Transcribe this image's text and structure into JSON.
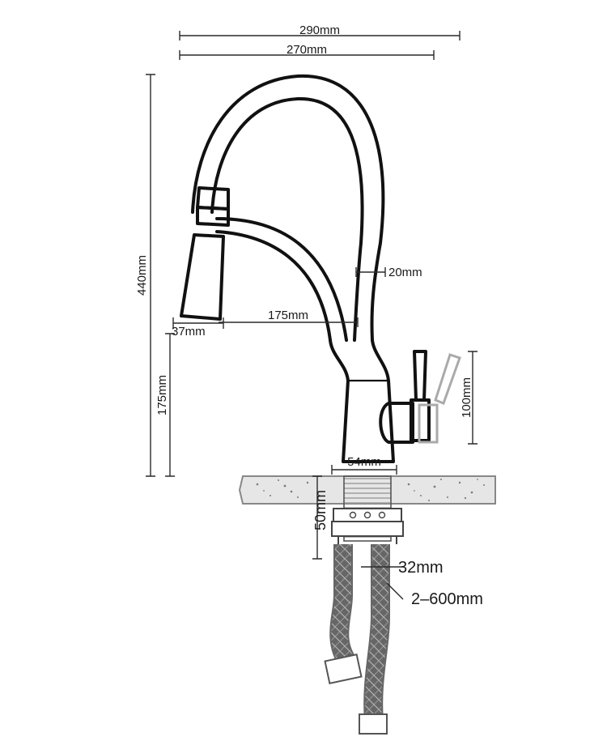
{
  "dimensions": {
    "total_width": "290mm",
    "reach": "270mm",
    "total_height": "440mm",
    "hose_width": "20mm",
    "spout_height_offset": "175mm",
    "spray_head_diameter": "37mm",
    "spout_height": "175mm",
    "handle_height": "100mm",
    "base_diameter": "54mm",
    "deck_thickness": "50mm",
    "shank_diameter": "32mm",
    "hose_length": "2–600mm"
  },
  "colors": {
    "line": "#111111",
    "countertop": "#e8e8e8",
    "speckle": "#7a7a7a"
  }
}
